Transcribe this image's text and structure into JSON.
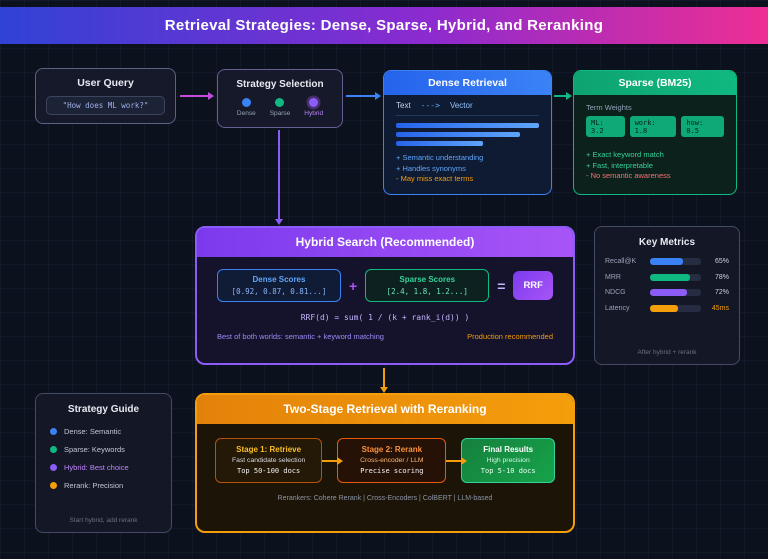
{
  "header": {
    "title": "Retrieval Strategies: Dense, Sparse, Hybrid, and Reranking"
  },
  "user_query": {
    "title": "User Query",
    "query_text": "\"How does ML work?\""
  },
  "strategy_selection": {
    "title": "Strategy Selection",
    "options": [
      {
        "label": "Dense",
        "color": "#3b82f6"
      },
      {
        "label": "Sparse",
        "color": "#10b981"
      },
      {
        "label": "Hybrid",
        "color": "#8b5cf6"
      }
    ]
  },
  "dense_retrieval": {
    "title": "Dense Retrieval",
    "transform_row": {
      "input": "Text",
      "arrow": "--->",
      "output": "Vector"
    },
    "notes": [
      "+ Semantic understanding",
      "+ Handles synonyms",
      "- May miss exact terms"
    ]
  },
  "sparse_retrieval": {
    "title": "Sparse (BM25)",
    "weights_label": "Term Weights",
    "weights": [
      "ML: 3.2",
      "work: 1.8",
      "how: 0.5"
    ],
    "notes": [
      "+ Exact keyword match",
      "+ Fast, interpretable",
      "- No semantic awareness"
    ]
  },
  "hybrid": {
    "title": "Hybrid Search (Recommended)",
    "dense_scores": {
      "label": "Dense Scores",
      "values": "[0.92, 0.87, 0.81...]"
    },
    "plus": "+",
    "sparse_scores": {
      "label": "Sparse Scores",
      "values": "[2.4, 1.8, 1.2...]"
    },
    "equals": "=",
    "rrf_label": "RRF",
    "formula": "RRF(d) = sum( 1 / (k + rank_i(d)) )",
    "left_note": "Best of both worlds: semantic + keyword matching",
    "right_note": "Production recommended"
  },
  "key_metrics": {
    "title": "Key Metrics",
    "rows": [
      {
        "label": "Recall@K",
        "value": "65%",
        "pct": 65,
        "color": "#3b82f6"
      },
      {
        "label": "MRR",
        "value": "78%",
        "pct": 78,
        "color": "#10b981"
      },
      {
        "label": "NDCG",
        "value": "72%",
        "pct": 72,
        "color": "#8b5cf6"
      },
      {
        "label": "Latency",
        "value": "45ms",
        "pct": 55,
        "color": "#f59e0b"
      }
    ],
    "footer": "After hybrid + rerank"
  },
  "two_stage": {
    "title": "Two-Stage Retrieval with Reranking",
    "stage1": {
      "title": "Stage 1: Retrieve",
      "line1": "Fast candidate selection",
      "line2": "Top 50-100 docs"
    },
    "stage2": {
      "title": "Stage 2: Rerank",
      "line1": "Cross-encoder / LLM",
      "line2": "Precise scoring"
    },
    "final": {
      "title": "Final Results",
      "line1": "High precision",
      "line2": "Top 5-10 docs"
    },
    "footer": "Rerankers: Cohere Rerank | Cross-Encoders | ColBERT | LLM-based"
  },
  "strategy_guide": {
    "title": "Strategy Guide",
    "items": [
      {
        "label": "Dense: Semantic",
        "color": "#3b82f6"
      },
      {
        "label": "Sparse: Keywords",
        "color": "#10b981"
      },
      {
        "label": "Hybrid: Best choice",
        "color": "#8b5cf6"
      },
      {
        "label": "Rerank: Precision",
        "color": "#f59e0b"
      }
    ],
    "footer": "Start hybrid, add rerank"
  },
  "chart_data": {
    "type": "bar",
    "title": "Key Metrics",
    "categories": [
      "Recall@K",
      "MRR",
      "NDCG",
      "Latency"
    ],
    "values": [
      65,
      78,
      72,
      45
    ],
    "value_labels": [
      "65%",
      "78%",
      "72%",
      "45ms"
    ],
    "note": "After hybrid + rerank"
  }
}
